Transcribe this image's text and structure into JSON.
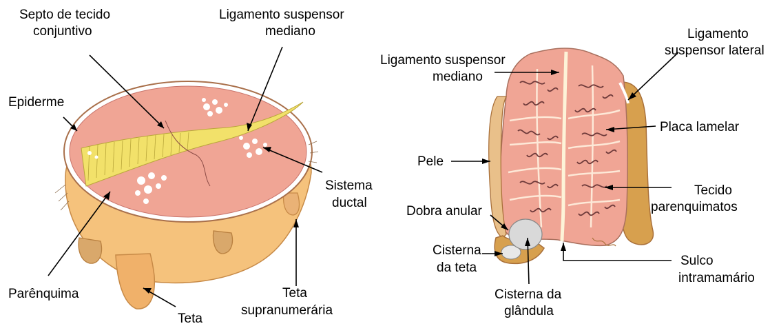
{
  "colors": {
    "tissue_pink": "#f0a595",
    "tissue_light": "#f6c2b3",
    "skin_orange": "#f5c27c",
    "skin_dark": "#d79a4a",
    "ligament_yellow": "#f2e16a",
    "duct_white": "#ffffff",
    "skin_edge": "#a9704b",
    "lamellae_dark": "#6e3a3a",
    "gland_cistern": "#d9d9d9"
  },
  "left": {
    "septo": [
      "Septo de tecido",
      "conjuntivo"
    ],
    "ligamento_mediano": [
      "Ligamento suspensor",
      "mediano"
    ],
    "epiderme": "Epiderme",
    "sistema_ductal": [
      "Sistema",
      "ductal"
    ],
    "parenquima": "Parênquima",
    "teta": "Teta",
    "teta_supra": [
      "Teta",
      "supranumerária"
    ]
  },
  "right": {
    "ligamento_mediano": [
      "Ligamento suspensor",
      "mediano"
    ],
    "ligamento_lateral": [
      "Ligamento",
      "suspensor lateral"
    ],
    "placa_lamelar": "Placa lamelar",
    "pele": "Pele",
    "tecido": [
      "Tecido",
      "parenquimatos"
    ],
    "dobra_anular": "Dobra anular",
    "cisterna_teta": [
      "Cisterna",
      "da teta"
    ],
    "sulco": [
      "Sulco",
      "intramamário"
    ],
    "cisterna_glandula": [
      "Cisterna da",
      "glândula"
    ]
  }
}
